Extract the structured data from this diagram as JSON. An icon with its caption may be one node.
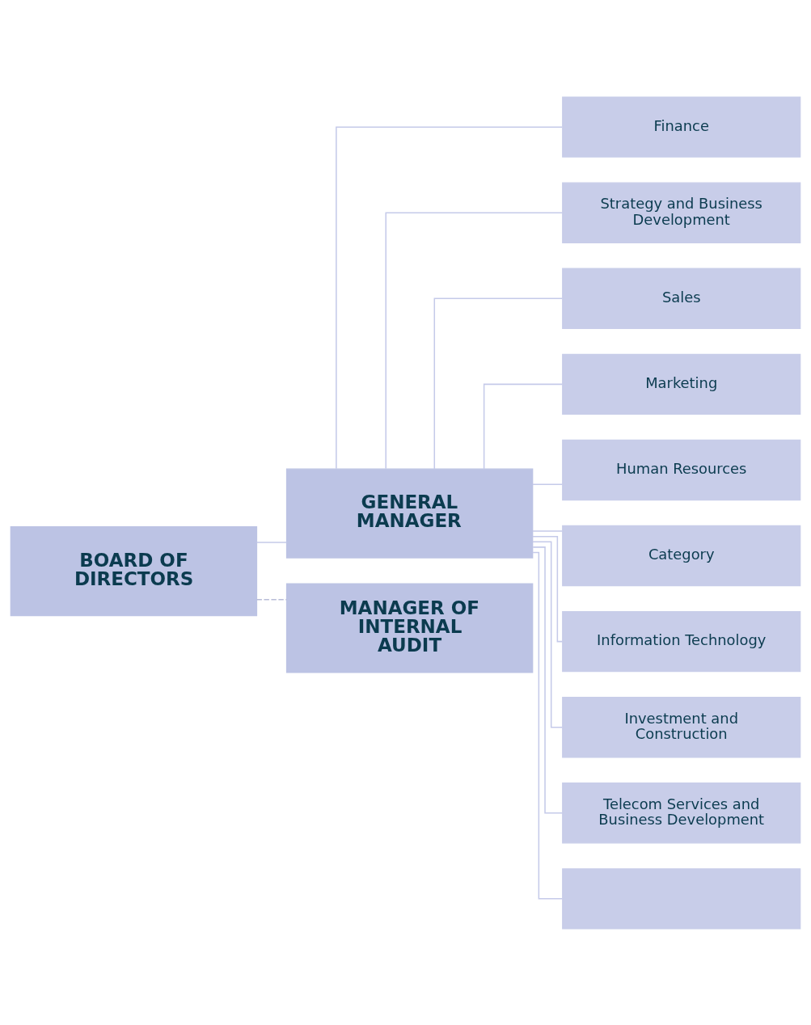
{
  "diagram": {
    "nodes": [
      {
        "text": [
          "BOARD OF DIRECTORS"
        ]
      },
      {
        "text": [
          "GENERAL MANAGER"
        ]
      },
      {
        "text": [
          "MANAGER OF INTERNAL AUDIT"
        ]
      },
      {
        "text": [
          "Finance"
        ]
      },
      {
        "text": [
          "Strategy and Business Development"
        ]
      },
      {
        "text": [
          "Sales"
        ]
      },
      {
        "text": [
          "Marketing"
        ]
      },
      {
        "text": [
          "Human Resources"
        ]
      },
      {
        "text": [
          "Category"
        ]
      },
      {
        "text": [
          "Information Technology"
        ]
      },
      {
        "text": [
          "Investment and Construction"
        ]
      },
      {
        "text": [
          "Telecom Services and Business Development"
        ]
      },
      {
        "text": [],
        "shape": "box"
      }
    ],
    "edges": [
      {
        "from": 0,
        "to": 1,
        "arrow": "none"
      },
      {
        "from": 0,
        "to": 2,
        "arrow": "none",
        "style": "dashed"
      },
      {
        "from": 1,
        "to": 3,
        "arrow": "none"
      },
      {
        "from": 1,
        "to": 4,
        "arrow": "none"
      },
      {
        "from": 1,
        "to": 5,
        "arrow": "none"
      },
      {
        "from": 1,
        "to": 6,
        "arrow": "none"
      },
      {
        "from": 1,
        "to": 7,
        "arrow": "none"
      },
      {
        "from": 1,
        "to": 8,
        "arrow": "none"
      },
      {
        "from": 1,
        "to": 9,
        "arrow": "none"
      },
      {
        "from": 1,
        "to": 10,
        "arrow": "none"
      },
      {
        "from": 1,
        "to": 11,
        "arrow": "none"
      },
      {
        "from": 1,
        "to": 12,
        "arrow": "none"
      }
    ]
  }
}
